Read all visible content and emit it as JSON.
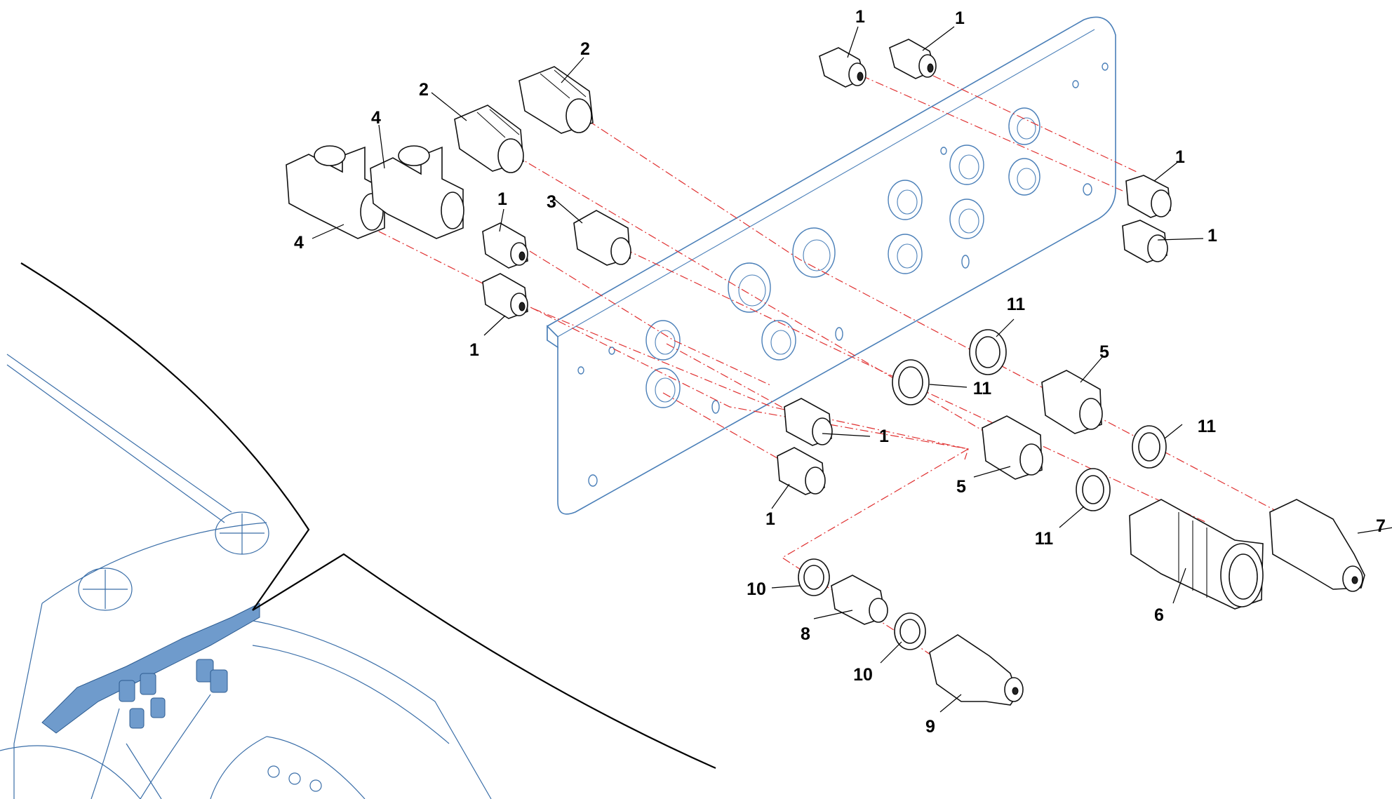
{
  "diagram": {
    "callouts": [
      {
        "id": "c1a",
        "label": "1"
      },
      {
        "id": "c1b",
        "label": "1"
      },
      {
        "id": "c1c",
        "label": "1"
      },
      {
        "id": "c1d",
        "label": "1"
      },
      {
        "id": "c1e",
        "label": "1"
      },
      {
        "id": "c1f",
        "label": "1"
      },
      {
        "id": "c1g",
        "label": "1"
      },
      {
        "id": "c1h",
        "label": "1"
      },
      {
        "id": "c2a",
        "label": "2"
      },
      {
        "id": "c2b",
        "label": "2"
      },
      {
        "id": "c3",
        "label": "3"
      },
      {
        "id": "c4a",
        "label": "4"
      },
      {
        "id": "c4b",
        "label": "4"
      },
      {
        "id": "c5a",
        "label": "5"
      },
      {
        "id": "c5b",
        "label": "5"
      },
      {
        "id": "c6",
        "label": "6"
      },
      {
        "id": "c7",
        "label": "7"
      },
      {
        "id": "c8",
        "label": "8"
      },
      {
        "id": "c9",
        "label": "9"
      },
      {
        "id": "c10a",
        "label": "10"
      },
      {
        "id": "c10b",
        "label": "10"
      },
      {
        "id": "c11a",
        "label": "11"
      },
      {
        "id": "c11b",
        "label": "11"
      },
      {
        "id": "c11c",
        "label": "11"
      },
      {
        "id": "c11d",
        "label": "11"
      }
    ]
  },
  "colors": {
    "plate_outline": "#4a7fb8",
    "centerline": "#e03030",
    "parts": "#111111",
    "background_detail": "#3a6ea8"
  }
}
